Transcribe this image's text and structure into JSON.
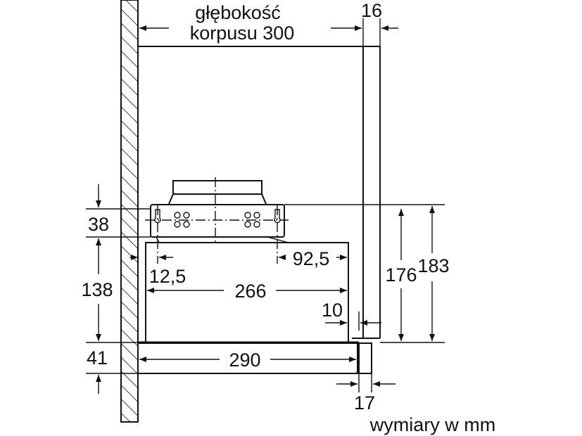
{
  "labels": {
    "depth_line1": "głębokość",
    "depth_line2": "korpusu 300",
    "dim_16": "16",
    "dim_38": "38",
    "dim_138": "138",
    "dim_41": "41",
    "dim_12_5": "12,5",
    "dim_92_5": "92,5",
    "dim_266": "266",
    "dim_10": "10",
    "dim_176": "176",
    "dim_183": "183",
    "dim_290": "290",
    "dim_17": "17",
    "units_note": "wymiary w mm"
  }
}
